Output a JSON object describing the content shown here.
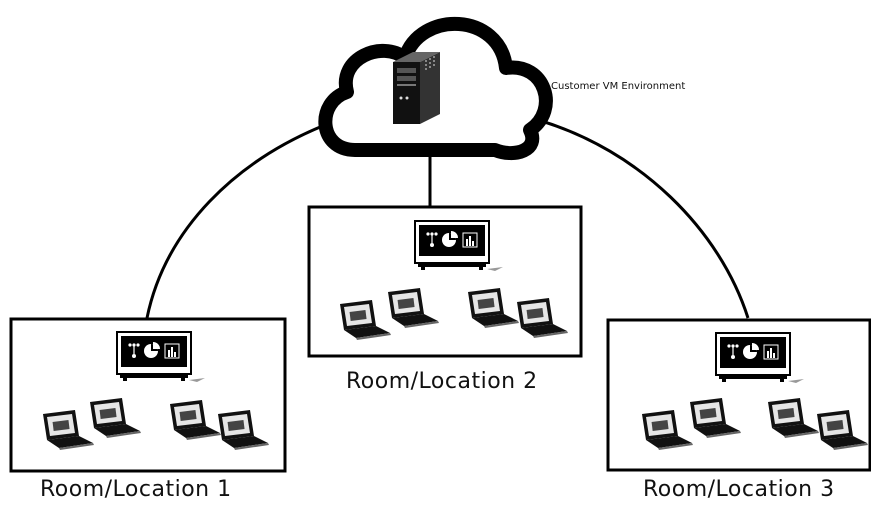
{
  "cloud": {
    "label": "Customer VM Environment"
  },
  "rooms": [
    {
      "label": "Room/Location 1"
    },
    {
      "label": "Room/Location 2"
    },
    {
      "label": "Room/Location 3"
    }
  ],
  "icons": {
    "cloud": "cloud-icon",
    "server": "server-tower-icon",
    "display": "dashboard-display-icon",
    "laptop": "laptop-icon"
  },
  "colors": {
    "ink": "#000000",
    "background": "#ffffff"
  }
}
